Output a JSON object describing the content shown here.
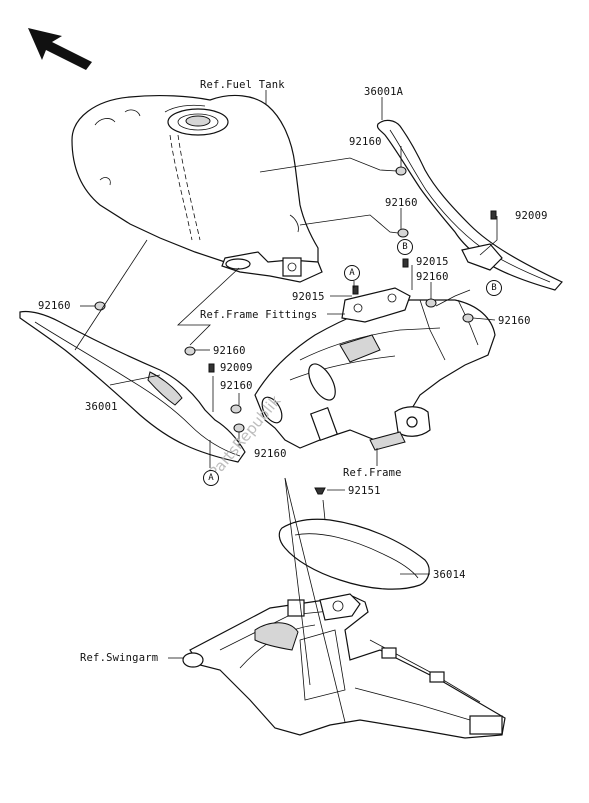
{
  "labels": {
    "ref_fuel_tank": "Ref.Fuel Tank",
    "p36001A": "36001A",
    "p92160_a": "92160",
    "p92160_b": "92160",
    "p92009_a": "92009",
    "p92015_a": "92015",
    "p92160_c": "92160",
    "p92015_b": "92015",
    "p92160_left": "92160",
    "ref_frame_fittings": "Ref.Frame Fittings",
    "p92160_d": "92160",
    "p92160_e": "92160",
    "p92009_b": "92009",
    "p92160_f": "92160",
    "p36001": "36001",
    "p92160_g": "92160",
    "ref_frame": "Ref.Frame",
    "p92151": "92151",
    "p36014": "36014",
    "ref_swingarm": "Ref.Swingarm"
  },
  "markers": {
    "A_top": "A",
    "B_top": "B",
    "B_bottom": "B",
    "A_bottom": "A"
  },
  "watermark": "PartsRepublik",
  "icons": {
    "orientation": "front-direction-arrow-icon"
  }
}
